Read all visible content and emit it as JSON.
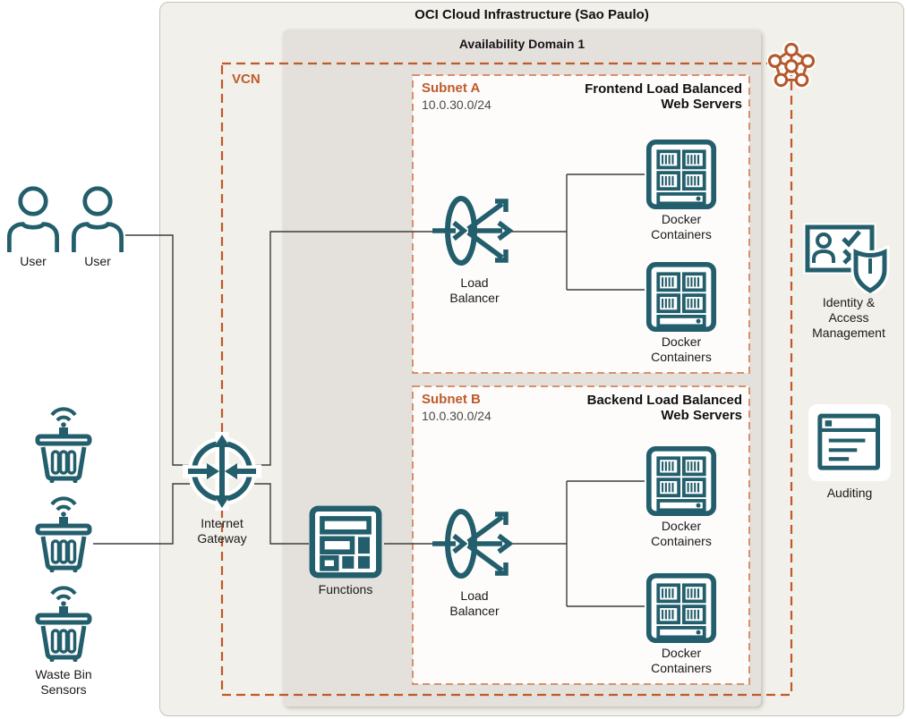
{
  "diagram": {
    "region_title": "OCI Cloud Infrastructure (Sao Paulo)",
    "availability_domain": "Availability Domain 1",
    "vcn": {
      "label": "VCN"
    },
    "subnet_a": {
      "name": "Subnet A",
      "cidr": "10.0.30.0/24",
      "title_lines": [
        "Frontend Load Balanced",
        "Web Servers"
      ]
    },
    "subnet_b": {
      "name": "Subnet B",
      "cidr": "10.0.30.0/24",
      "title_lines": [
        "Backend Load Balanced",
        "Web Servers"
      ]
    },
    "nodes": {
      "user": {
        "label": "User"
      },
      "waste_bins": {
        "label_lines": [
          "Waste Bin",
          "Sensors"
        ]
      },
      "internet_gateway": {
        "label_lines": [
          "Internet",
          "Gateway"
        ]
      },
      "functions": {
        "label": "Functions"
      },
      "load_balancer": {
        "label_lines": [
          "Load",
          "Balancer"
        ]
      },
      "docker": {
        "label_lines": [
          "Docker",
          "Containers"
        ]
      },
      "iam": {
        "label_lines": [
          "Identity &",
          "Access",
          "Management"
        ]
      },
      "auditing": {
        "label": "Auditing"
      }
    },
    "colors": {
      "teal": "#235e6c",
      "orange": "#bf5a2b",
      "subnet_dash": "#d8906c",
      "region_fill": "#f2f0ea",
      "ad_fill": "#e4e1dc",
      "connector": "#3d3d3d"
    }
  }
}
